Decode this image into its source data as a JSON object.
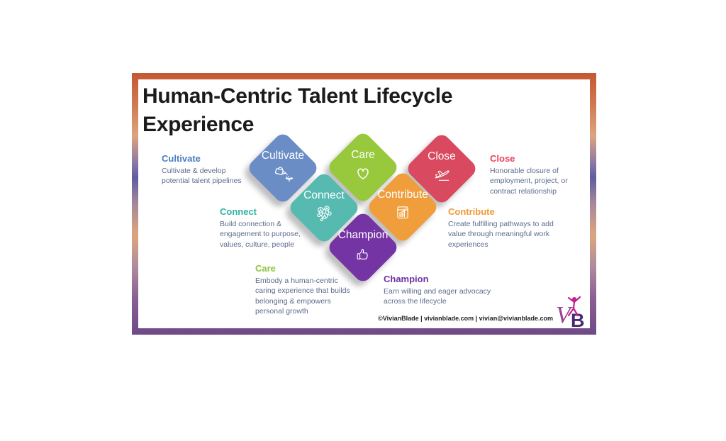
{
  "page": {
    "title_line1": "Human-Centric Talent Lifecycle",
    "title_line2": "Experience",
    "footer": "©VivianBlade | vivianblade.com | vivian@vivianblade.com"
  },
  "colors": {
    "frame_gradient": [
      "#c65733 0%",
      "#cf7a52 12%",
      "#dda47e 24%",
      "#8e7aa6 34%",
      "#5f5da0 40%",
      "#a8879b 50%",
      "#dda57d 62%",
      "#b08b9e 74%",
      "#8a5f93 86%",
      "#6f4a88 100%"
    ],
    "card_background": "#ffffff",
    "title_text": "#1b1b1b",
    "body_text": "#5c6c8d",
    "footer_text": "#222222"
  },
  "stages": [
    {
      "label": "Cultivate",
      "heading": "Cultivate",
      "description": "Cultivate & develop potential talent pipelines",
      "color": "#6a8dc6",
      "heading_color": "#4a7cc0",
      "icon": "watering-can-icon"
    },
    {
      "label": "Care",
      "heading": "Care",
      "description": "Embody a human-centric caring experience that builds belonging & empowers personal growth",
      "color": "#98c93d",
      "heading_color": "#8cc63e",
      "icon": "heart-icon"
    },
    {
      "label": "Close",
      "heading": "Close",
      "description": "Honorable closure of employment, project, or contract relationship",
      "color": "#d9495f",
      "heading_color": "#e8435a",
      "icon": "airplane-icon"
    },
    {
      "label": "Connect",
      "heading": "Connect",
      "description": "Build connection & engagement to purpose, values, culture, people",
      "color": "#57bab1",
      "heading_color": "#2fb3a1",
      "icon": "network-icon"
    },
    {
      "label": "Contribute",
      "heading": "Contribute",
      "description": "Create fulfilling pathways to add value through meaningful work experiences",
      "color": "#f09d3c",
      "heading_color": "#f09a37",
      "icon": "monitor-chart-icon"
    },
    {
      "label": "Champion",
      "heading": "Champion",
      "description": "Earn willing and eager advocacy across the lifecycle",
      "color": "#7434a4",
      "heading_color": "#7030a0",
      "icon": "thumbs-up-icon"
    }
  ],
  "logo": {
    "monogram_v": "V",
    "monogram_b": "B"
  }
}
